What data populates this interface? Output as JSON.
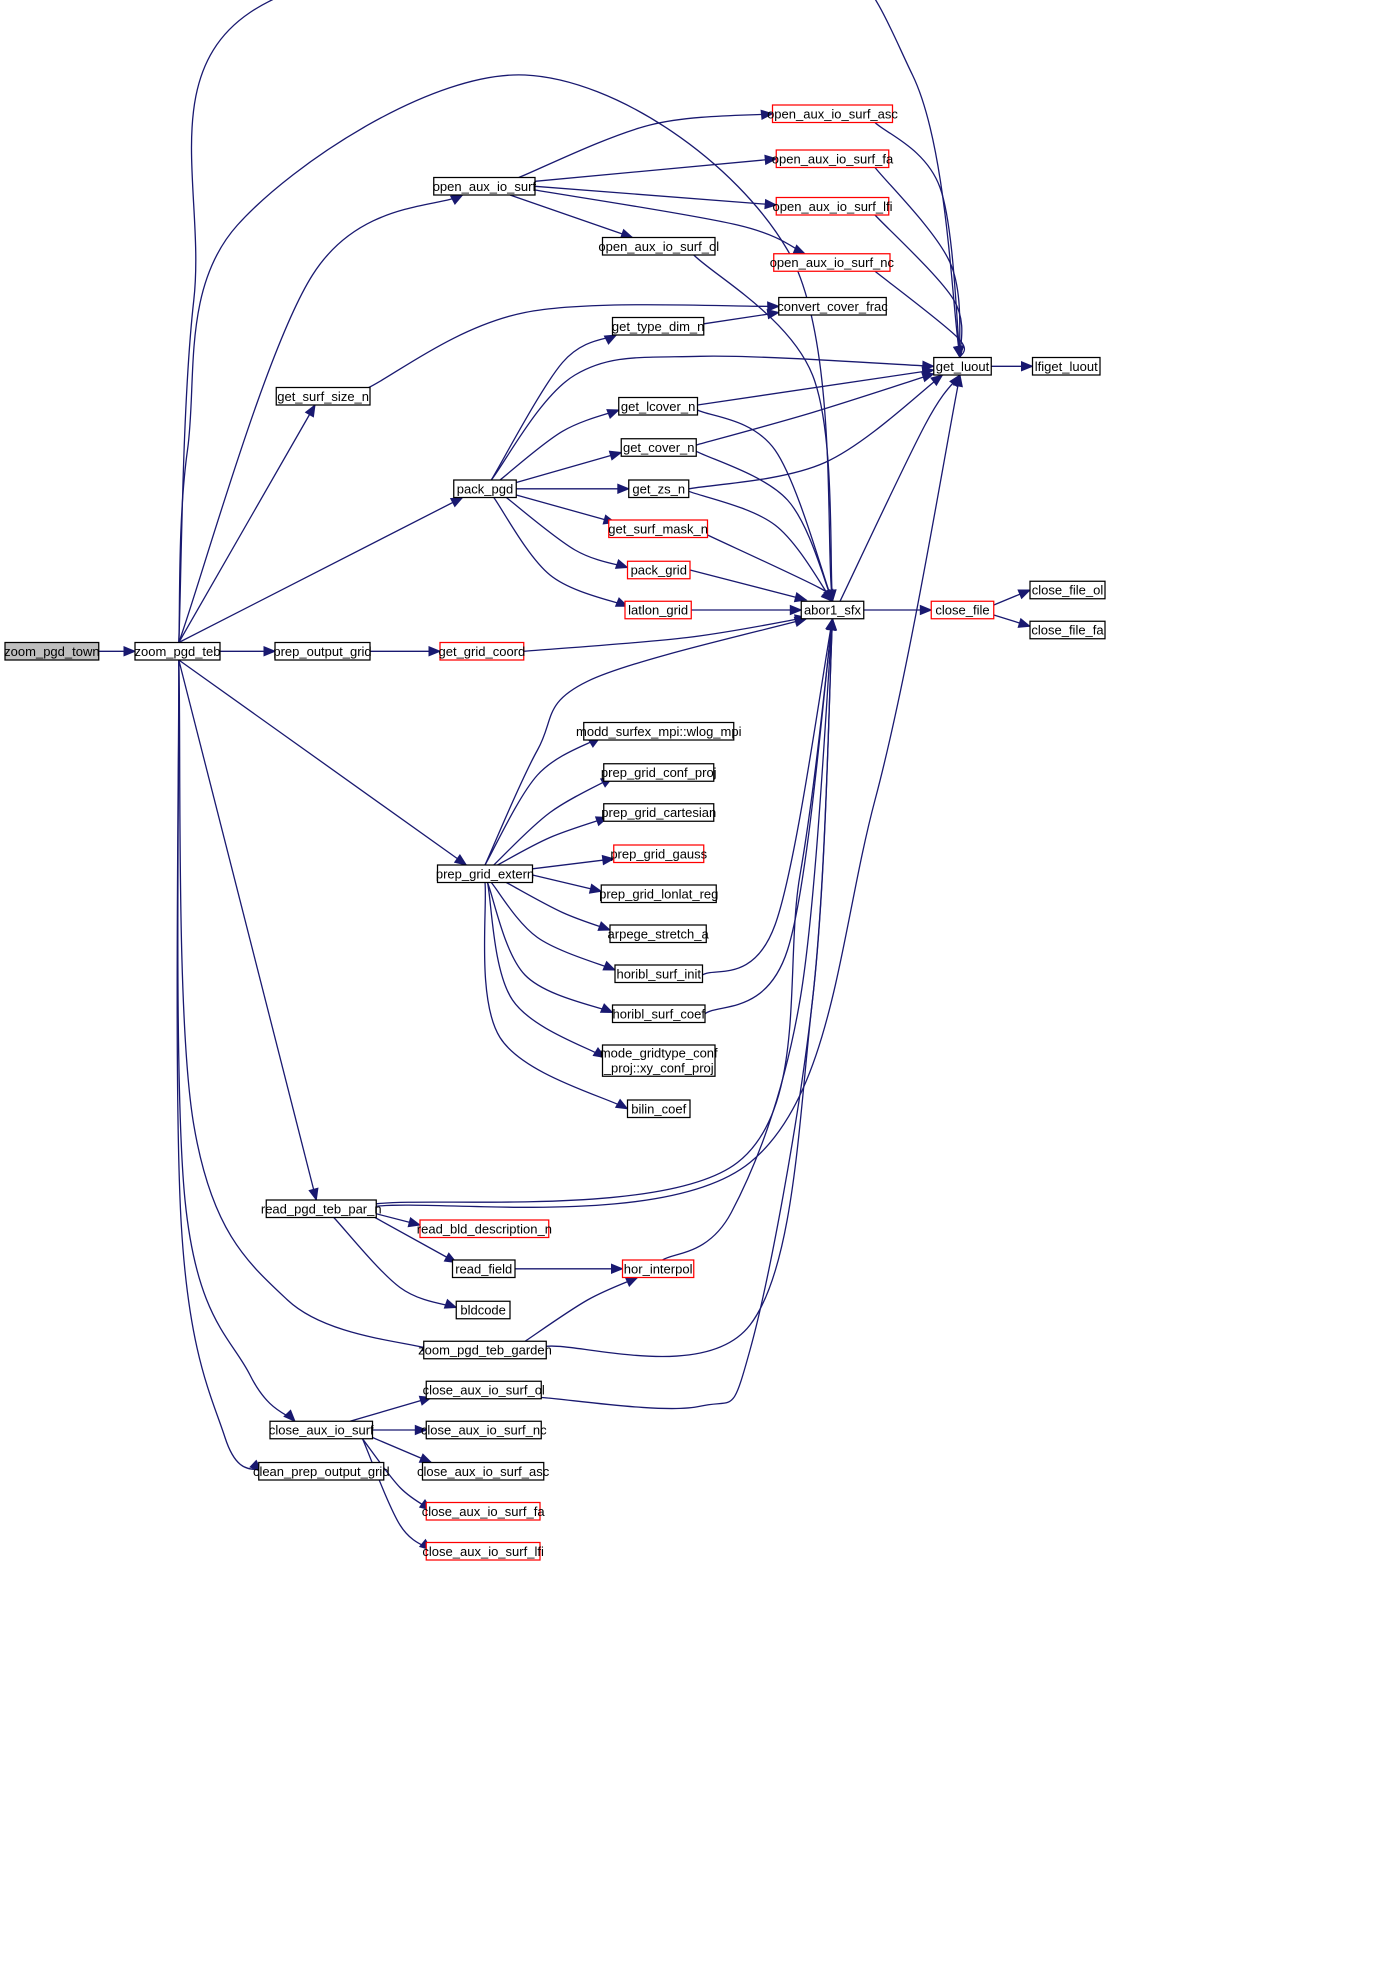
{
  "colors": {
    "edge": "#191970",
    "node_border_normal": "#000000",
    "node_border_truncated": "#ff0000",
    "node_fill_root": "#bfbfbf",
    "node_fill": "#ffffff"
  },
  "nodes": [
    {
      "id": "zoom_pgd_town",
      "label": [
        "zoom_pgd_town"
      ],
      "type": "root"
    },
    {
      "id": "zoom_pgd_teb",
      "label": [
        "zoom_pgd_teb"
      ],
      "type": "normal"
    },
    {
      "id": "open_aux_io_surf",
      "label": [
        "open_aux_io_surf"
      ],
      "type": "normal"
    },
    {
      "id": "get_surf_size_n",
      "label": [
        "get_surf_size_n"
      ],
      "type": "normal"
    },
    {
      "id": "pack_pgd",
      "label": [
        "pack_pgd"
      ],
      "type": "normal"
    },
    {
      "id": "prep_output_grid",
      "label": [
        "prep_output_grid"
      ],
      "type": "normal"
    },
    {
      "id": "prep_grid_extern",
      "label": [
        "prep_grid_extern"
      ],
      "type": "normal"
    },
    {
      "id": "read_pgd_teb_par_n",
      "label": [
        "read_pgd_teb_par_n"
      ],
      "type": "normal"
    },
    {
      "id": "zoom_pgd_teb_garden",
      "label": [
        "zoom_pgd_teb_garden"
      ],
      "type": "normal"
    },
    {
      "id": "close_aux_io_surf",
      "label": [
        "close_aux_io_surf"
      ],
      "type": "normal"
    },
    {
      "id": "clean_prep_output_grid",
      "label": [
        "clean_prep_output_grid"
      ],
      "type": "normal"
    },
    {
      "id": "open_aux_io_surf_asc",
      "label": [
        "open_aux_io_surf_asc"
      ],
      "type": "truncated"
    },
    {
      "id": "open_aux_io_surf_fa",
      "label": [
        "open_aux_io_surf_fa"
      ],
      "type": "truncated"
    },
    {
      "id": "open_aux_io_surf_lfi",
      "label": [
        "open_aux_io_surf_lfi"
      ],
      "type": "truncated"
    },
    {
      "id": "open_aux_io_surf_ol",
      "label": [
        "open_aux_io_surf_ol"
      ],
      "type": "normal"
    },
    {
      "id": "open_aux_io_surf_nc",
      "label": [
        "open_aux_io_surf_nc"
      ],
      "type": "truncated"
    },
    {
      "id": "convert_cover_frac",
      "label": [
        "convert_cover_frac"
      ],
      "type": "normal"
    },
    {
      "id": "get_type_dim_n",
      "label": [
        "get_type_dim_n"
      ],
      "type": "normal"
    },
    {
      "id": "get_luout",
      "label": [
        "get_luout"
      ],
      "type": "normal"
    },
    {
      "id": "lfiget_luout",
      "label": [
        "lfiget_luout"
      ],
      "type": "normal"
    },
    {
      "id": "get_lcover_n",
      "label": [
        "get_lcover_n"
      ],
      "type": "normal"
    },
    {
      "id": "get_cover_n",
      "label": [
        "get_cover_n"
      ],
      "type": "normal"
    },
    {
      "id": "get_zs_n",
      "label": [
        "get_zs_n"
      ],
      "type": "normal"
    },
    {
      "id": "get_surf_mask_n",
      "label": [
        "get_surf_mask_n"
      ],
      "type": "truncated"
    },
    {
      "id": "pack_grid",
      "label": [
        "pack_grid"
      ],
      "type": "truncated"
    },
    {
      "id": "latlon_grid",
      "label": [
        "latlon_grid"
      ],
      "type": "truncated"
    },
    {
      "id": "abor1_sfx",
      "label": [
        "abor1_sfx"
      ],
      "type": "normal"
    },
    {
      "id": "close_file",
      "label": [
        "close_file"
      ],
      "type": "truncated"
    },
    {
      "id": "close_file_ol",
      "label": [
        "close_file_ol"
      ],
      "type": "normal"
    },
    {
      "id": "close_file_fa",
      "label": [
        "close_file_fa"
      ],
      "type": "normal"
    },
    {
      "id": "get_grid_coord",
      "label": [
        "get_grid_coord"
      ],
      "type": "truncated"
    },
    {
      "id": "wlog_mpi",
      "label": [
        "modd_surfex_mpi::wlog_mpi"
      ],
      "type": "normal"
    },
    {
      "id": "prep_grid_conf_proj",
      "label": [
        "prep_grid_conf_proj"
      ],
      "type": "normal"
    },
    {
      "id": "prep_grid_cartesian",
      "label": [
        "prep_grid_cartesian"
      ],
      "type": "normal"
    },
    {
      "id": "prep_grid_gauss",
      "label": [
        "prep_grid_gauss"
      ],
      "type": "truncated"
    },
    {
      "id": "prep_grid_lonlat_reg",
      "label": [
        "prep_grid_lonlat_reg"
      ],
      "type": "normal"
    },
    {
      "id": "arpege_stretch_a",
      "label": [
        "arpege_stretch_a"
      ],
      "type": "normal"
    },
    {
      "id": "horibl_surf_init",
      "label": [
        "horibl_surf_init"
      ],
      "type": "normal"
    },
    {
      "id": "horibl_surf_coef",
      "label": [
        "horibl_surf_coef"
      ],
      "type": "normal"
    },
    {
      "id": "xy_conf_proj",
      "label": [
        "mode_gridtype_conf",
        "_proj::xy_conf_proj"
      ],
      "type": "normal"
    },
    {
      "id": "bilin_coef",
      "label": [
        "bilin_coef"
      ],
      "type": "normal"
    },
    {
      "id": "read_bld_description_n",
      "label": [
        "read_bld_description_n"
      ],
      "type": "truncated"
    },
    {
      "id": "read_field",
      "label": [
        "read_field"
      ],
      "type": "normal"
    },
    {
      "id": "bldcode",
      "label": [
        "bldcode"
      ],
      "type": "normal"
    },
    {
      "id": "hor_interpol",
      "label": [
        "hor_interpol"
      ],
      "type": "truncated"
    },
    {
      "id": "close_aux_io_surf_ol",
      "label": [
        "close_aux_io_surf_ol"
      ],
      "type": "normal"
    },
    {
      "id": "close_aux_io_surf_nc",
      "label": [
        "close_aux_io_surf_nc"
      ],
      "type": "normal"
    },
    {
      "id": "close_aux_io_surf_asc",
      "label": [
        "close_aux_io_surf_asc"
      ],
      "type": "normal"
    },
    {
      "id": "close_aux_io_surf_fa",
      "label": [
        "close_aux_io_surf_fa"
      ],
      "type": "truncated"
    },
    {
      "id": "close_aux_io_surf_lfi",
      "label": [
        "close_aux_io_surf_lfi"
      ],
      "type": "truncated"
    }
  ],
  "edges": [
    [
      "zoom_pgd_town",
      "zoom_pgd_teb"
    ],
    [
      "zoom_pgd_teb",
      "get_luout"
    ],
    [
      "zoom_pgd_teb",
      "abor1_sfx"
    ],
    [
      "zoom_pgd_teb",
      "open_aux_io_surf"
    ],
    [
      "zoom_pgd_teb",
      "get_surf_size_n"
    ],
    [
      "zoom_pgd_teb",
      "pack_pgd"
    ],
    [
      "zoom_pgd_teb",
      "prep_output_grid"
    ],
    [
      "zoom_pgd_teb",
      "prep_grid_extern"
    ],
    [
      "zoom_pgd_teb",
      "read_pgd_teb_par_n"
    ],
    [
      "zoom_pgd_teb",
      "zoom_pgd_teb_garden"
    ],
    [
      "zoom_pgd_teb",
      "close_aux_io_surf"
    ],
    [
      "zoom_pgd_teb",
      "clean_prep_output_grid"
    ],
    [
      "open_aux_io_surf",
      "open_aux_io_surf_asc"
    ],
    [
      "open_aux_io_surf",
      "open_aux_io_surf_fa"
    ],
    [
      "open_aux_io_surf",
      "open_aux_io_surf_lfi"
    ],
    [
      "open_aux_io_surf",
      "open_aux_io_surf_ol"
    ],
    [
      "open_aux_io_surf",
      "open_aux_io_surf_nc"
    ],
    [
      "open_aux_io_surf_asc",
      "get_luout"
    ],
    [
      "open_aux_io_surf_fa",
      "get_luout"
    ],
    [
      "open_aux_io_surf_lfi",
      "get_luout"
    ],
    [
      "open_aux_io_surf_nc",
      "get_luout"
    ],
    [
      "open_aux_io_surf_ol",
      "abor1_sfx"
    ],
    [
      "get_surf_size_n",
      "convert_cover_frac"
    ],
    [
      "get_type_dim_n",
      "convert_cover_frac"
    ],
    [
      "pack_pgd",
      "get_type_dim_n"
    ],
    [
      "pack_pgd",
      "get_luout"
    ],
    [
      "pack_pgd",
      "get_lcover_n"
    ],
    [
      "pack_pgd",
      "get_cover_n"
    ],
    [
      "pack_pgd",
      "get_zs_n"
    ],
    [
      "pack_pgd",
      "get_surf_mask_n"
    ],
    [
      "pack_pgd",
      "pack_grid"
    ],
    [
      "pack_pgd",
      "latlon_grid"
    ],
    [
      "get_luout",
      "lfiget_luout"
    ],
    [
      "get_lcover_n",
      "get_luout"
    ],
    [
      "get_lcover_n",
      "abor1_sfx"
    ],
    [
      "get_cover_n",
      "get_luout"
    ],
    [
      "get_cover_n",
      "abor1_sfx"
    ],
    [
      "get_zs_n",
      "get_luout"
    ],
    [
      "get_zs_n",
      "abor1_sfx"
    ],
    [
      "get_surf_mask_n",
      "abor1_sfx"
    ],
    [
      "pack_grid",
      "abor1_sfx"
    ],
    [
      "latlon_grid",
      "abor1_sfx"
    ],
    [
      "abor1_sfx",
      "get_luout"
    ],
    [
      "abor1_sfx",
      "close_file"
    ],
    [
      "close_file",
      "close_file_ol"
    ],
    [
      "close_file",
      "close_file_fa"
    ],
    [
      "prep_output_grid",
      "get_grid_coord"
    ],
    [
      "get_grid_coord",
      "abor1_sfx"
    ],
    [
      "prep_grid_extern",
      "abor1_sfx"
    ],
    [
      "prep_grid_extern",
      "wlog_mpi"
    ],
    [
      "prep_grid_extern",
      "prep_grid_conf_proj"
    ],
    [
      "prep_grid_extern",
      "prep_grid_cartesian"
    ],
    [
      "prep_grid_extern",
      "prep_grid_gauss"
    ],
    [
      "prep_grid_extern",
      "prep_grid_lonlat_reg"
    ],
    [
      "prep_grid_extern",
      "arpege_stretch_a"
    ],
    [
      "prep_grid_extern",
      "horibl_surf_init"
    ],
    [
      "prep_grid_extern",
      "horibl_surf_coef"
    ],
    [
      "prep_grid_extern",
      "xy_conf_proj"
    ],
    [
      "prep_grid_extern",
      "bilin_coef"
    ],
    [
      "horibl_surf_init",
      "abor1_sfx"
    ],
    [
      "horibl_surf_coef",
      "abor1_sfx"
    ],
    [
      "read_pgd_teb_par_n",
      "abor1_sfx"
    ],
    [
      "read_pgd_teb_par_n",
      "get_luout"
    ],
    [
      "read_pgd_teb_par_n",
      "read_bld_description_n"
    ],
    [
      "read_pgd_teb_par_n",
      "read_field"
    ],
    [
      "read_pgd_teb_par_n",
      "bldcode"
    ],
    [
      "read_field",
      "hor_interpol"
    ],
    [
      "hor_interpol",
      "abor1_sfx"
    ],
    [
      "zoom_pgd_teb_garden",
      "hor_interpol"
    ],
    [
      "zoom_pgd_teb_garden",
      "abor1_sfx"
    ],
    [
      "close_aux_io_surf",
      "close_aux_io_surf_ol"
    ],
    [
      "close_aux_io_surf",
      "close_aux_io_surf_nc"
    ],
    [
      "close_aux_io_surf",
      "close_aux_io_surf_asc"
    ],
    [
      "close_aux_io_surf",
      "close_aux_io_surf_fa"
    ],
    [
      "close_aux_io_surf",
      "close_aux_io_surf_lfi"
    ],
    [
      "close_aux_io_surf_ol",
      "abor1_sfx"
    ]
  ]
}
